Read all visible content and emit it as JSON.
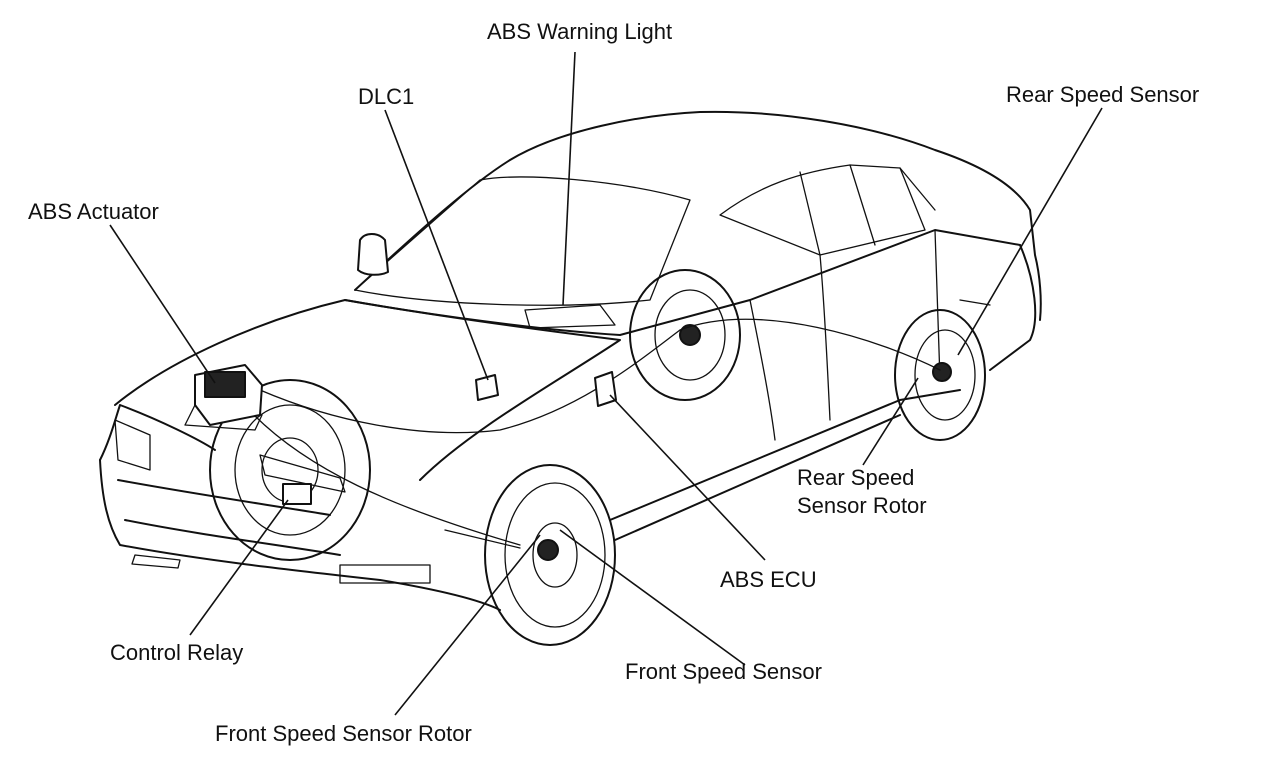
{
  "labels": {
    "abs_warning_light": "ABS Warning Light",
    "dlc1": "DLC1",
    "rear_speed_sensor": "Rear Speed Sensor",
    "abs_actuator": "ABS Actuator",
    "rear_speed_sensor_rotor_line1": "Rear Speed",
    "rear_speed_sensor_rotor_line2": "Sensor Rotor",
    "abs_ecu": "ABS ECU",
    "control_relay": "Control Relay",
    "front_speed_sensor": "Front Speed Sensor",
    "front_speed_sensor_rotor": "Front Speed Sensor Rotor"
  }
}
